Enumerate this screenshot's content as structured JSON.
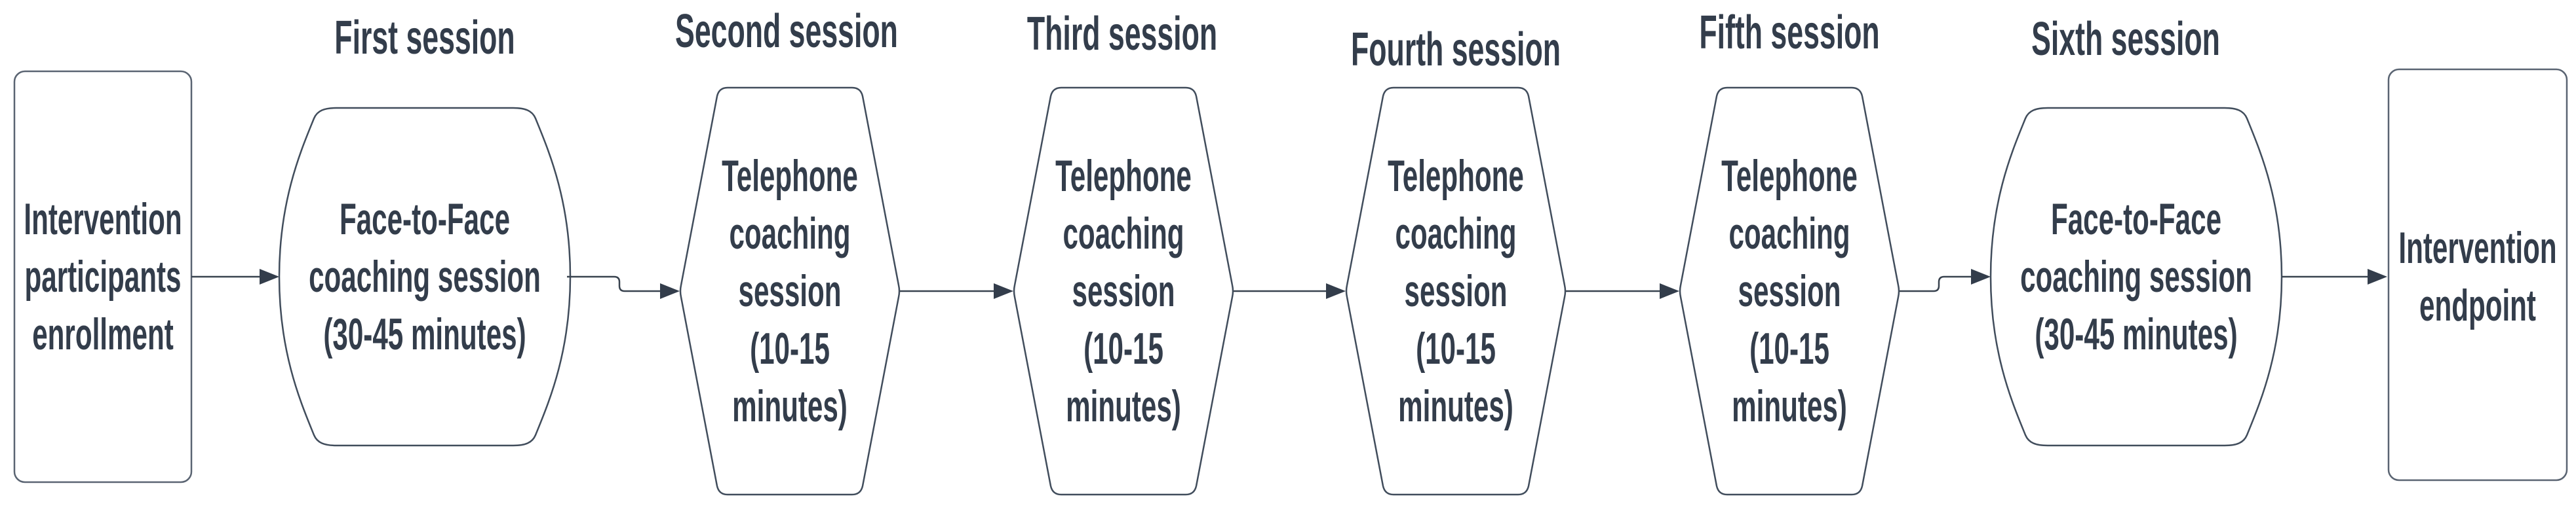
{
  "diagram": {
    "background_color": "#ffffff",
    "text_color": "#333d4b",
    "shape_stroke_color": "#414d5c",
    "rectangle_stroke_color": "#5a6472",
    "arrow_color": "#39434f",
    "nodes": [
      {
        "id": "enrollment",
        "shape": "rounded-rectangle",
        "text": "Intervention\nparticipants\nenrollment"
      },
      {
        "id": "first-session",
        "shape": "barrel",
        "label": "First session",
        "text": "Face-to-Face\ncoaching session\n(30-45 minutes)"
      },
      {
        "id": "second-session",
        "shape": "hexagon",
        "label": "Second session",
        "text": "Telephone\ncoaching\nsession\n(10-15\nminutes)"
      },
      {
        "id": "third-session",
        "shape": "hexagon",
        "label": "Third session",
        "text": "Telephone\ncoaching\nsession\n(10-15\nminutes)"
      },
      {
        "id": "fourth-session",
        "shape": "hexagon",
        "label": "Fourth session",
        "text": "Telephone\ncoaching\nsession\n(10-15\nminutes)"
      },
      {
        "id": "fifth-session",
        "shape": "hexagon",
        "label": "Fifth session",
        "text": "Telephone\ncoaching\nsession\n(10-15\nminutes)"
      },
      {
        "id": "sixth-session",
        "shape": "barrel",
        "label": "Sixth session",
        "text": "Face-to-Face\ncoaching session\n(30-45 minutes)"
      },
      {
        "id": "endpoint",
        "shape": "rounded-rectangle",
        "text": "Intervention\nendpoint"
      }
    ],
    "edges": [
      {
        "from": "enrollment",
        "to": "first-session"
      },
      {
        "from": "first-session",
        "to": "second-session"
      },
      {
        "from": "second-session",
        "to": "third-session"
      },
      {
        "from": "third-session",
        "to": "fourth-session"
      },
      {
        "from": "fourth-session",
        "to": "fifth-session"
      },
      {
        "from": "fifth-session",
        "to": "sixth-session"
      },
      {
        "from": "sixth-session",
        "to": "endpoint"
      }
    ]
  }
}
